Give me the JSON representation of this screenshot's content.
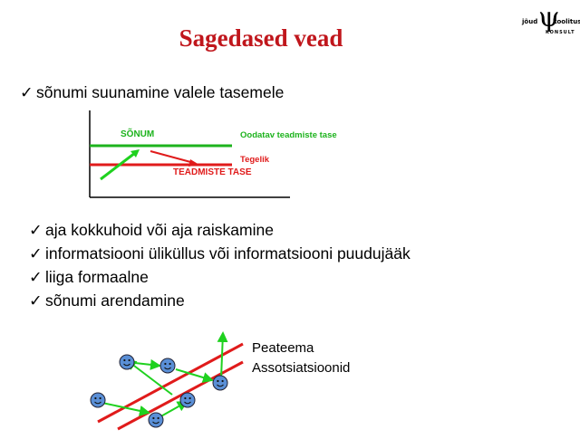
{
  "slide": {
    "title": "Sagedased vead",
    "logo": {
      "line1": "jõud",
      "line2": "koolitus",
      "line3": "KONSULT",
      "symbol": "ψ"
    },
    "check_glyph": "✓",
    "first_bullet": "sõnumi suunamine valele tasemele",
    "bullets": [
      "aja kokkuhoid või aja raiskamine",
      "informatsiooni üliküllus või informatsiooni puudujääk",
      "liiga formaalne",
      "sõnumi arendamine"
    ]
  },
  "diagram1": {
    "sonum_label": "SÕNUM",
    "expected_label": "Oodatav teadmiste tase",
    "actual_label": "Tegelik",
    "knowledge_label": "TEADMISTE TASE",
    "colors": {
      "green": "#1db31d",
      "red": "#e01b1b"
    }
  },
  "diagram2": {
    "label1": "Peateema",
    "label2": "Assotsiatsioonid",
    "colors": {
      "line": "#e01b1b",
      "arrow": "#1fd11f",
      "face": "#5a8fd6"
    }
  }
}
